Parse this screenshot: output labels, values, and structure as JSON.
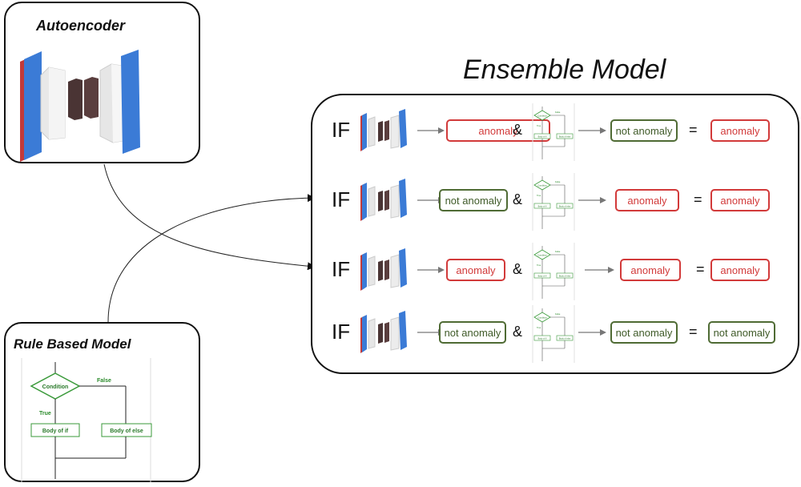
{
  "autoencoder": {
    "title": "Autoencoder"
  },
  "rule_model": {
    "title": "Rule Based Model",
    "flow": {
      "condition": "Condition",
      "false_label": "False",
      "true_label": "True",
      "body_if": "Body of if",
      "body_else": "Body of else"
    }
  },
  "ensemble": {
    "title": "Ensemble Model",
    "if_word": "IF",
    "amp": "&",
    "eq": "=",
    "rows": [
      {
        "ae": "anomaly",
        "ae_status": "red",
        "rule": "not anomaly",
        "rule_status": "green",
        "result": "anomaly",
        "result_status": "red"
      },
      {
        "ae": "not anomaly",
        "ae_status": "green",
        "rule": "anomaly",
        "rule_status": "red",
        "result": "anomaly",
        "result_status": "red"
      },
      {
        "ae": "anomaly",
        "ae_status": "red",
        "rule": "anomaly",
        "rule_status": "red",
        "result": "anomaly",
        "result_status": "red"
      },
      {
        "ae": "not anomaly",
        "ae_status": "green",
        "rule": "not anomaly",
        "rule_status": "green",
        "result": "not anomaly",
        "result_status": "green"
      }
    ]
  },
  "colors": {
    "anomaly": "#d23a3a",
    "not_anomaly": "#4f6b34",
    "flow_green": "#3a9a3a"
  }
}
